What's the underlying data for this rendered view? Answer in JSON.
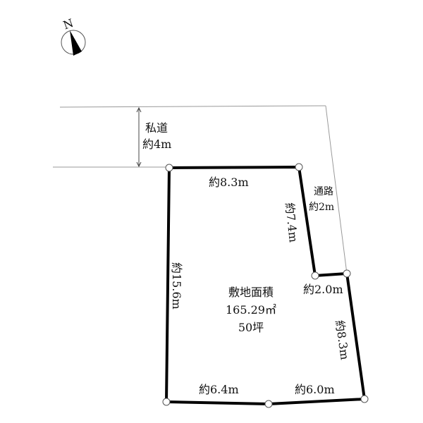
{
  "compass": {
    "label": "N",
    "icon": "north-arrow-icon"
  },
  "private_road": {
    "name": "私道",
    "width": "約4m"
  },
  "passage": {
    "name": "通路",
    "width": "約2m"
  },
  "edges": {
    "top": "約8.3m",
    "right_upper": "約7.4m",
    "step": "約2.0m",
    "right_lower": "約8.3m",
    "bottom_right": "約6.0m",
    "bottom_left": "約6.4m",
    "left": "約15.6m"
  },
  "area": {
    "title": "敷地面積",
    "sqm": "165.29㎡",
    "tsubo": "50坪"
  },
  "colors": {
    "boundary": "#000000",
    "guide": "#999999"
  }
}
